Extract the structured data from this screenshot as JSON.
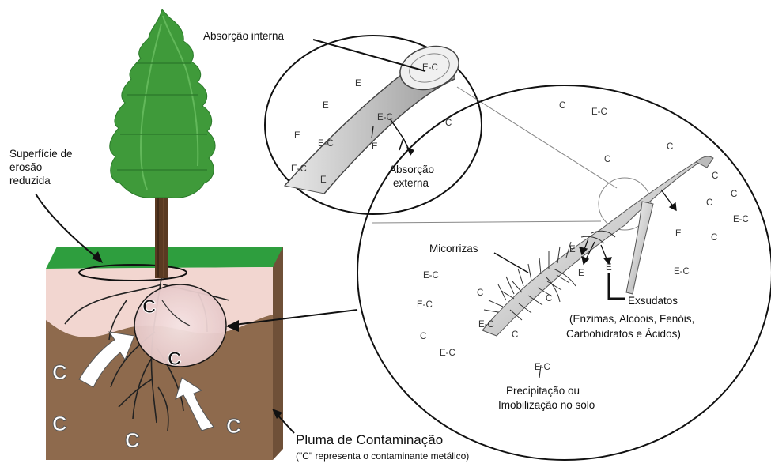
{
  "labels": {
    "internal_absorption": "Absorção interna",
    "reduced_erosion_line1": "Superfície de",
    "reduced_erosion_line2": "erosão",
    "reduced_erosion_line3": "reduzida",
    "external_absorption_line1": "Absorção",
    "external_absorption_line2": "externa",
    "mycorrhizae": "Micorrizas",
    "exudates": "Exsudatos",
    "exudates_detail_line1": "(Enzimas, Alcóois, Fenóis,",
    "exudates_detail_line2": "Carbohidratos e Ácidos)",
    "precipitation_line1": "Precipitação ou",
    "precipitation_line2": "Imobilização no solo",
    "plume_title": "Pluma de Contaminação",
    "plume_note": "(\"C\" representa o contaminante metálico)"
  },
  "markers": {
    "contaminant": "C",
    "enzyme": "E",
    "complex": "E-C"
  },
  "colors": {
    "tree_foliage": "#3f9a3a",
    "trunk": "#5a3a22",
    "grass": "#2e9e3e",
    "topsoil": "#f2d6d0",
    "subsoil": "#8e6a4d",
    "soil_side": "#6f5038"
  }
}
